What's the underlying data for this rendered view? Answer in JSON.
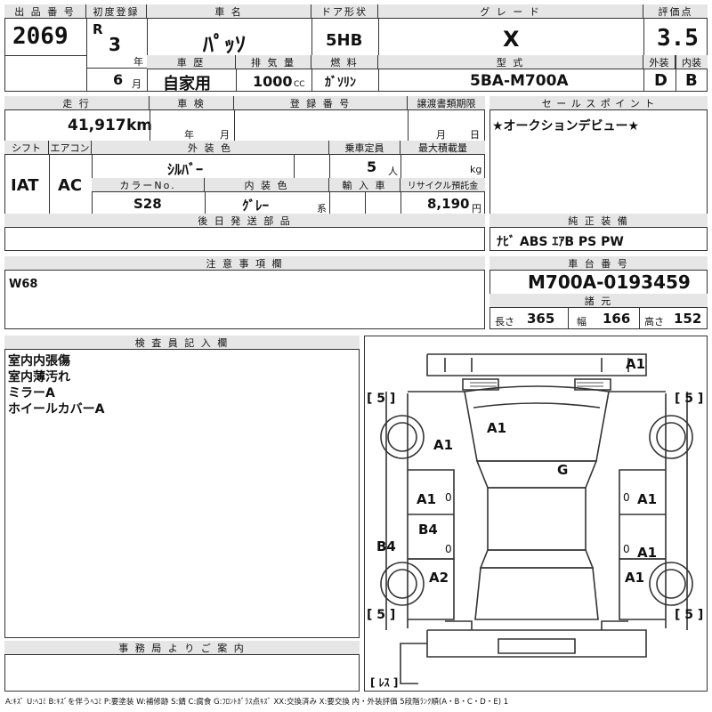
{
  "header": {
    "lot_number_label": "出 品 番 号",
    "lot_number": "2069",
    "first_reg_label": "初度登録",
    "era": "R",
    "year_value": "3",
    "year_unit": "年",
    "month_value": "6",
    "month_unit": "月",
    "car_name_label": "車 名",
    "car_name": "ﾊﾟｯｿ",
    "door_label": "ドア形状",
    "door_value": "5HB",
    "grade_label": "グ レ ー ド",
    "grade_value": "X",
    "score_label": "評価点",
    "score_value": "3.5",
    "history_label": "車 歴",
    "history_value": "自家用",
    "displacement_label": "排 気 量",
    "displacement_value": "1000",
    "displacement_unit": "CC",
    "fuel_label": "燃 料",
    "fuel_value": "ｶﾞｿﾘﾝ",
    "model_label": "型 式",
    "model_value": "5BA-M700A",
    "exterior_label": "外装",
    "exterior_value": "D",
    "interior_label": "内装",
    "interior_value": "B"
  },
  "row2": {
    "mileage_label": "走 行",
    "mileage_value": "41,917",
    "mileage_unit": "km",
    "inspection_label": "車 検",
    "inspection_year_unit": "年",
    "inspection_month_unit": "月",
    "regno_label": "登 録 番 号",
    "transfer_label": "譲渡書類期限",
    "transfer_month_unit": "月",
    "transfer_day_unit": "日",
    "shift_label": "シフト",
    "shift_value": "IAT",
    "aircon_label": "エアコン",
    "aircon_value": "AC",
    "exterior_color_label": "外 装 色",
    "exterior_color_value": "ｼﾙﾊﾞｰ",
    "capacity_label": "乗車定員",
    "capacity_value": "5",
    "capacity_unit": "人",
    "max_load_label": "最大積載量",
    "max_load_unit": "kg",
    "color_no_label": "カラーNo.",
    "color_no_value": "S28",
    "interior_color_label": "内 装 色",
    "interior_color_value": "ｸﾞﾚｰ",
    "interior_color_unit": "系",
    "import_label": "輸 入 車",
    "recycle_label": "リサイクル預託金",
    "recycle_value": "8,190",
    "recycle_unit": "円",
    "later_parts_label": "後 日 発 送 部 品"
  },
  "sales_point": {
    "label": "セ ー ル ス ポ イ ン ト",
    "text": "★オークションデビュー★"
  },
  "equipment": {
    "label": "純 正 装 備",
    "text": "ﾅﾋﾞ ABS ｴｱB PS PW"
  },
  "notes": {
    "label": "注 意 事 項 欄",
    "text": "W68"
  },
  "chassis": {
    "label": "車 台 番 号",
    "value": "M700A-0193459",
    "dims_label": "諸 元",
    "length_label": "長さ",
    "length_value": "365",
    "width_label": "幅",
    "width_value": "166",
    "height_label": "高さ",
    "height_value": "152"
  },
  "inspector": {
    "label": "検 査 員 記 入 欄",
    "lines": [
      "室内内張傷",
      "室内薄汚れ",
      "ミラーA",
      "ホイールカバーA"
    ]
  },
  "office": {
    "label": "事 務 局 よ り ご 案 内"
  },
  "diagram": {
    "marks": {
      "front_right_corner": "A1",
      "hood": "A1",
      "front_left_fender": "A1",
      "roof": "G",
      "left_front_door": "A1",
      "left_rear_door": "B4",
      "left_rear_quarter": "B4",
      "left_rear_fender": "A2",
      "right_front_door": "A1",
      "right_rear_door": "A1",
      "right_rear_fender": "A1"
    },
    "tread_fl": "[ 5 ]",
    "tread_fr": "[ 5 ]",
    "tread_rl": "[ 5 ]",
    "tread_rr": "[ 5 ]",
    "spare": "[ ﾚｽ ]",
    "door_zero_1": "0",
    "door_zero_2": "0",
    "door_zero_3": "0",
    "door_zero_4": "0"
  },
  "legend": "A:ｷｽﾞ U:ﾍｺﾐ B:ｷｽﾞを伴うﾍｺﾐ P:要塗装 W:補修跡 S:錆 C:腐食 G:ﾌﾛﾝﾄｶﾞﾗｽ点ｷｽﾞ XX:交換済み X:要交換  内・外装評価  5段階ﾗﾝｸ順(A・B・C・D・E) 1"
}
